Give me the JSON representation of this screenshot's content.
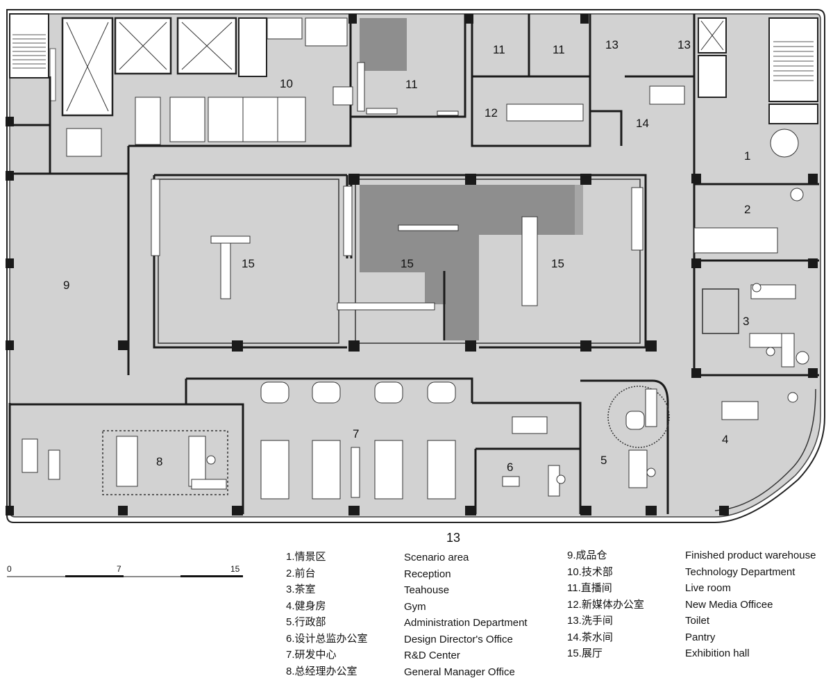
{
  "plan": {
    "number": "13",
    "room_labels": [
      {
        "num": "1"
      },
      {
        "num": "2"
      },
      {
        "num": "3"
      },
      {
        "num": "4"
      },
      {
        "num": "5"
      },
      {
        "num": "6"
      },
      {
        "num": "7"
      },
      {
        "num": "8"
      },
      {
        "num": "9"
      },
      {
        "num": "10"
      },
      {
        "num": "11"
      },
      {
        "num": "11"
      },
      {
        "num": "11"
      },
      {
        "num": "12"
      },
      {
        "num": "13"
      },
      {
        "num": "13"
      },
      {
        "num": "14"
      },
      {
        "num": "15"
      },
      {
        "num": "15"
      },
      {
        "num": "15"
      }
    ]
  },
  "scale_bar": {
    "ticks": [
      "0",
      "7",
      "15"
    ]
  },
  "legend": {
    "left": [
      {
        "cn": "1.情景区",
        "en": "Scenario area"
      },
      {
        "cn": "2.前台",
        "en": "Reception"
      },
      {
        "cn": "3.茶室",
        "en": "Teahouse"
      },
      {
        "cn": "4.健身房",
        "en": "Gym"
      },
      {
        "cn": "5.行政部",
        "en": "Administration Department"
      },
      {
        "cn": "6.设计总监办公室",
        "en": "Design Director's Office"
      },
      {
        "cn": "7.研发中心",
        "en": "R&D Center"
      },
      {
        "cn": "8.总经理办公室",
        "en": "General Manager Office"
      }
    ],
    "right": [
      {
        "cn": "9.成品仓",
        "en": "Finished product warehouse"
      },
      {
        "cn": "10.技术部",
        "en": "Technology Department"
      },
      {
        "cn": "11.直播间",
        "en": "Live room"
      },
      {
        "cn": "12.新媒体办公室",
        "en": "New Media Officee"
      },
      {
        "cn": "13.洗手间",
        "en": "Toilet"
      },
      {
        "cn": "14.茶水间",
        "en": "Pantry"
      },
      {
        "cn": "15.展厅",
        "en": "Exhibition hall"
      }
    ]
  },
  "colors": {
    "floor": "#d2d2d2",
    "dark_floor": "#8e8e8e",
    "mid_floor": "#a6a6a6",
    "wall": "#1a1a1a",
    "furniture": "#ffffff"
  }
}
